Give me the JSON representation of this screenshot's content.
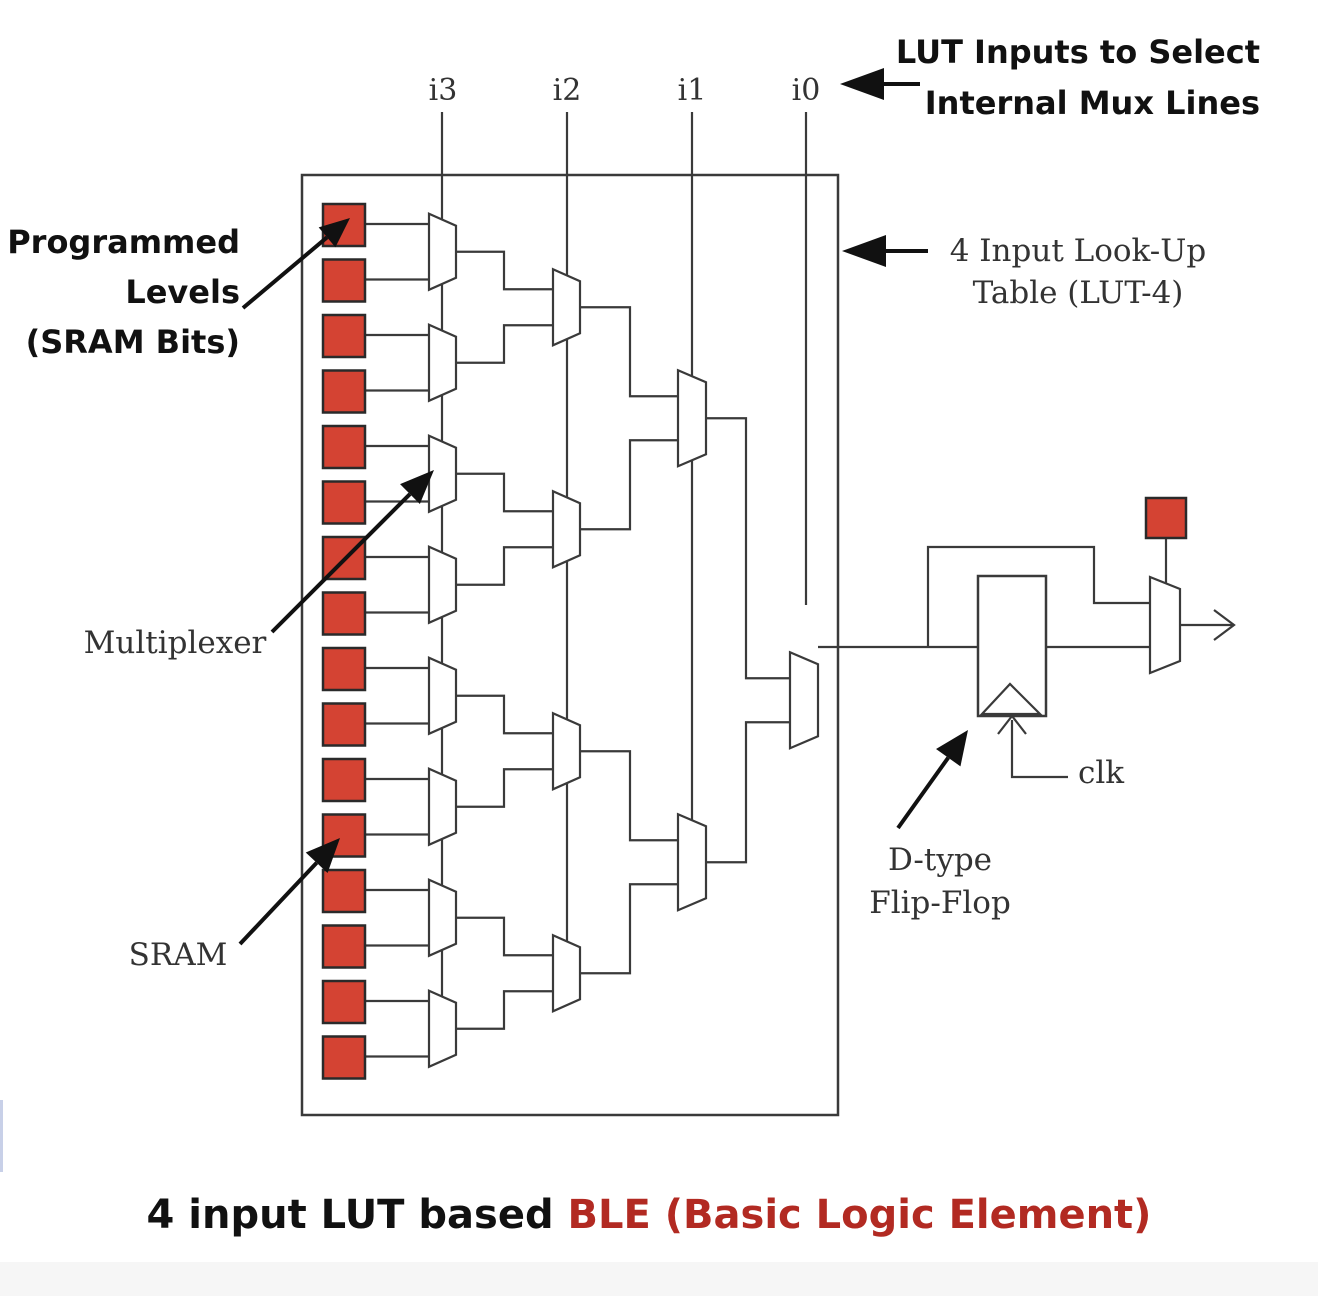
{
  "labels": {
    "i3": "i3",
    "i2": "i2",
    "i1": "i1",
    "i0": "i0",
    "lut_inputs_line1": "LUT Inputs to Select",
    "lut_inputs_line2": "Internal Mux Lines",
    "programmed_line1": "Programmed",
    "programmed_line2": "Levels",
    "programmed_line3": "(SRAM Bits)",
    "lut4_line1": "4 Input Look-Up",
    "lut4_line2": "Table (LUT-4)",
    "multiplexer": "Multiplexer",
    "sram": "SRAM",
    "dff_line1": "D-type",
    "dff_line2": "Flip-Flop",
    "clk": "clk"
  },
  "caption": {
    "prefix": "4 input LUT based ",
    "highlight": "BLE (Basic Logic Element)"
  },
  "colors": {
    "sram_fill": "#d44333",
    "caption_highlight": "#b22a22",
    "wire": "#3a3a3a"
  },
  "sram_bit_count": 16
}
